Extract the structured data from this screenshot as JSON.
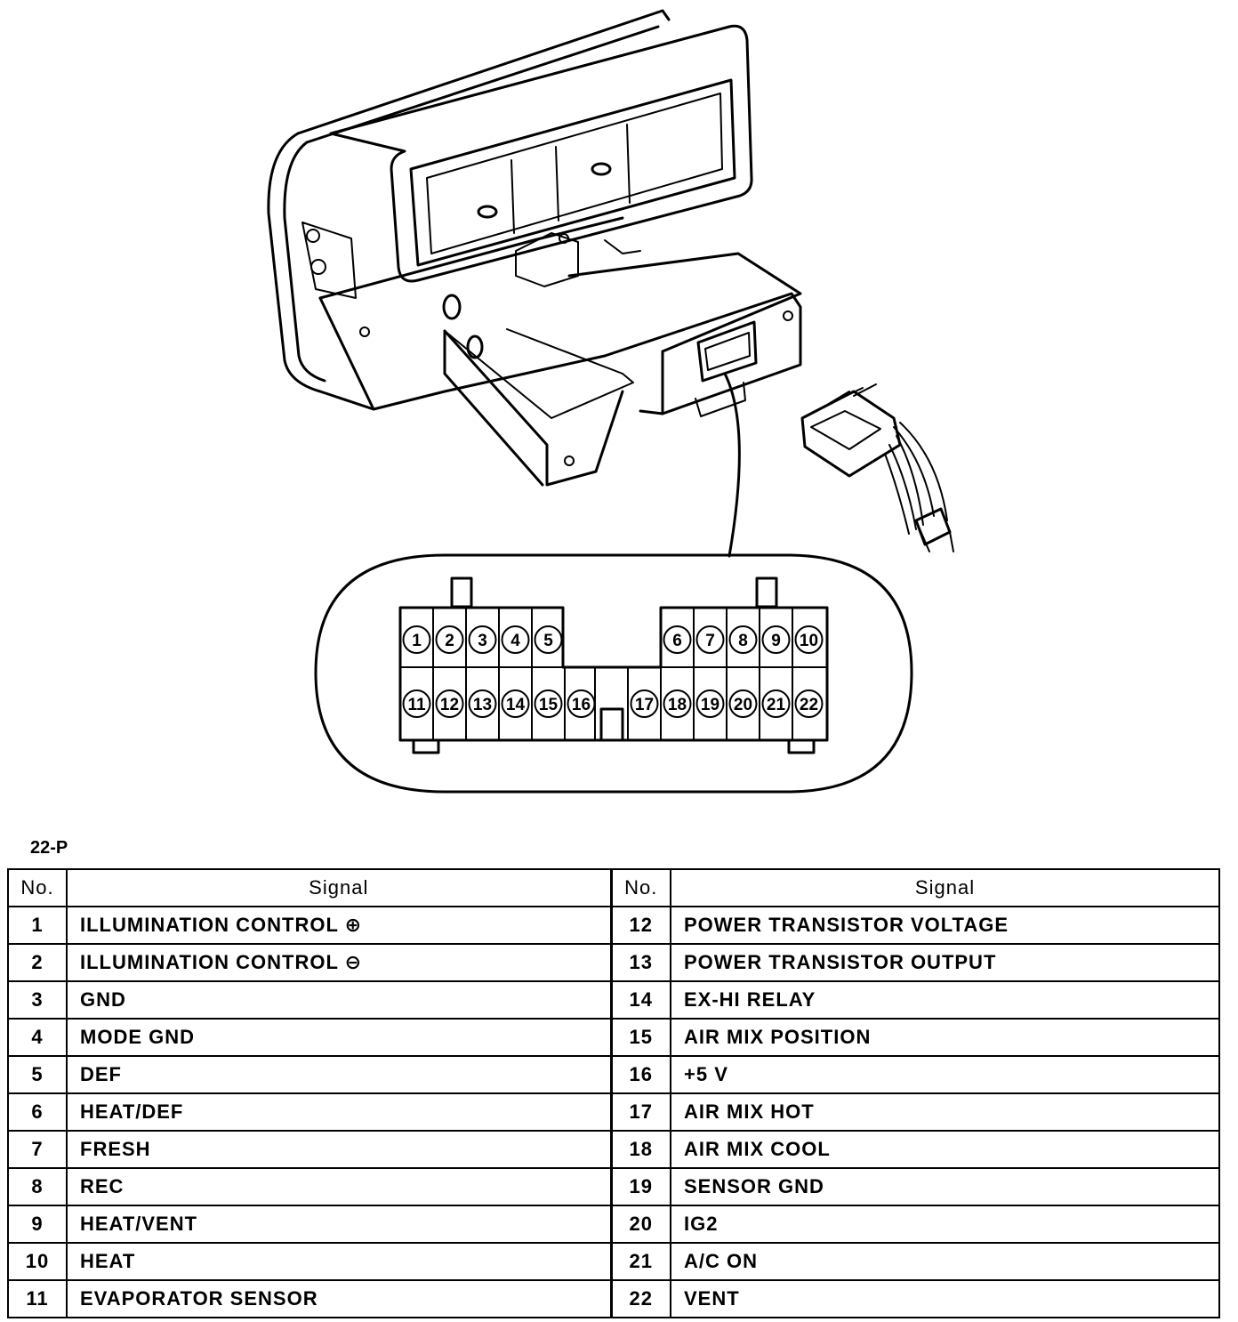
{
  "connector": {
    "code": "22-P",
    "top_row_left": [
      "1",
      "2",
      "3",
      "4",
      "5"
    ],
    "top_row_right": [
      "6",
      "7",
      "8",
      "9",
      "10"
    ],
    "bottom_row_left": [
      "11",
      "12",
      "13",
      "14",
      "15",
      "16"
    ],
    "bottom_row_right": [
      "17",
      "18",
      "19",
      "20",
      "21",
      "22"
    ]
  },
  "table": {
    "headers": {
      "no": "No.",
      "signal": "Signal"
    },
    "rows": [
      {
        "left_no": "1",
        "left_signal": "ILLUMINATION CONTROL ⊕",
        "right_no": "12",
        "right_signal": "POWER TRANSISTOR VOLTAGE"
      },
      {
        "left_no": "2",
        "left_signal": "ILLUMINATION CONTROL ⊖",
        "right_no": "13",
        "right_signal": "POWER TRANSISTOR OUTPUT"
      },
      {
        "left_no": "3",
        "left_signal": "GND",
        "right_no": "14",
        "right_signal": "EX-HI RELAY"
      },
      {
        "left_no": "4",
        "left_signal": "MODE GND",
        "right_no": "15",
        "right_signal": "AIR MIX POSITION"
      },
      {
        "left_no": "5",
        "left_signal": "DEF",
        "right_no": "16",
        "right_signal": "+5 V"
      },
      {
        "left_no": "6",
        "left_signal": "HEAT/DEF",
        "right_no": "17",
        "right_signal": "AIR MIX HOT"
      },
      {
        "left_no": "7",
        "left_signal": "FRESH",
        "right_no": "18",
        "right_signal": "AIR MIX COOL"
      },
      {
        "left_no": "8",
        "left_signal": "REC",
        "right_no": "19",
        "right_signal": "SENSOR GND"
      },
      {
        "left_no": "9",
        "left_signal": "HEAT/VENT",
        "right_no": "20",
        "right_signal": "IG2"
      },
      {
        "left_no": "10",
        "left_signal": "HEAT",
        "right_no": "21",
        "right_signal": "A/C ON"
      },
      {
        "left_no": "11",
        "left_signal": "EVAPORATOR SENSOR",
        "right_no": "22",
        "right_signal": "VENT"
      }
    ]
  }
}
